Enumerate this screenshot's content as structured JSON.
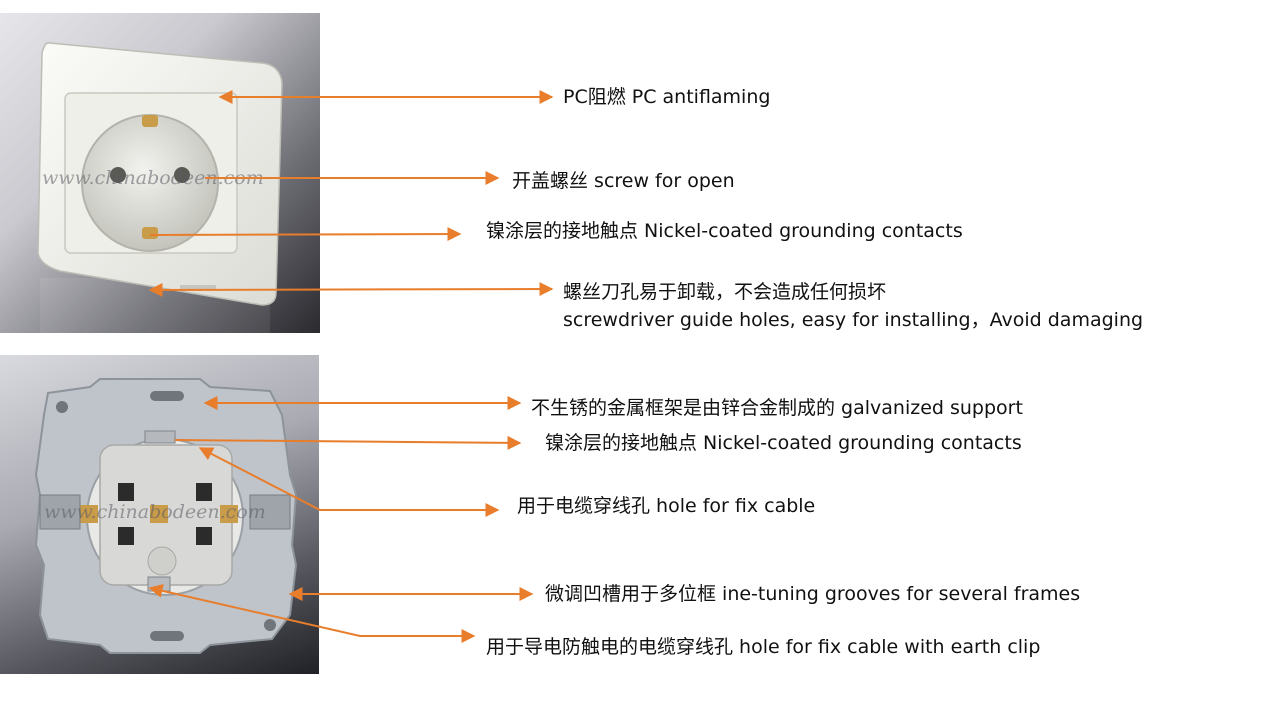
{
  "colors": {
    "arrow": "#e87d2c",
    "text": "#111111"
  },
  "watermark": "www.chinabodeen.com",
  "top_labels": [
    {
      "text": "PC阻燃 PC antiflaming"
    },
    {
      "text": "开盖螺丝 screw for open"
    },
    {
      "text": "镍涂层的接地触点 Nickel-coated grounding contacts"
    },
    {
      "text": "螺丝刀孔易于卸载，不会造成任何损坏"
    },
    {
      "text": "screwdriver guide holes, easy for installing，Avoid damaging"
    }
  ],
  "bottom_labels": [
    {
      "text": "不生锈的金属框架是由锌合金制成的 galvanized support"
    },
    {
      "text": "镍涂层的接地触点 Nickel-coated grounding contacts"
    },
    {
      "text": "用于电缆穿线孔  hole for fix cable"
    },
    {
      "text": "微调凹槽用于多位框 ine-tuning grooves for several frames"
    },
    {
      "text": "用于导电防触电的电缆穿线孔 hole for fix cable with earth clip"
    }
  ]
}
